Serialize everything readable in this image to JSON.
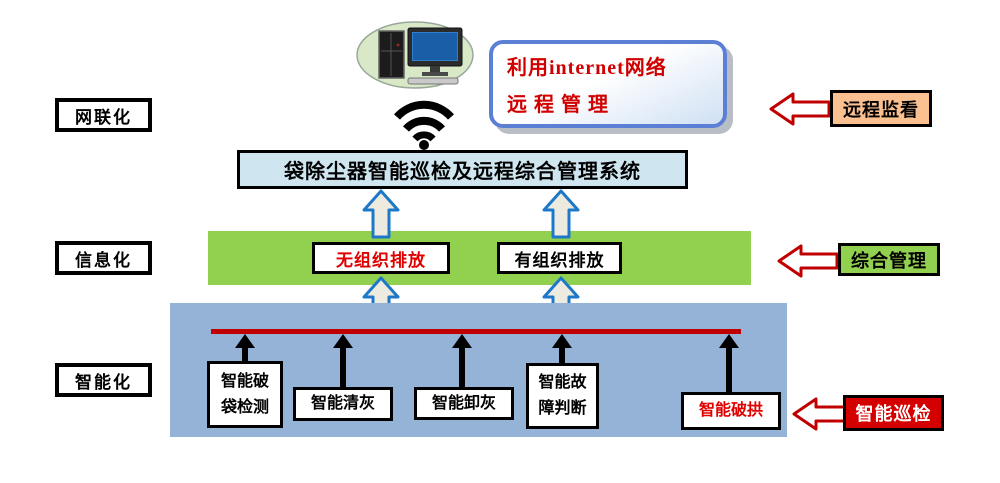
{
  "left_labels": [
    {
      "label": "网联化"
    },
    {
      "label": "信息化"
    },
    {
      "label": "智能化"
    }
  ],
  "cloud_note": {
    "line1": "利用internet网络",
    "line2": "远程管理"
  },
  "title_box": {
    "label": "袋除尘器智能巡检及远程综合管理系统"
  },
  "emission_boxes": [
    {
      "label": "无组织排放",
      "text_color": "#e00000"
    },
    {
      "label": "有组织排放",
      "text_color": "#000000"
    }
  ],
  "smart_boxes": [
    {
      "line1": "智能破",
      "line2": "袋检测"
    },
    {
      "line1": "智能清灰",
      "line2": ""
    },
    {
      "line1": "智能卸灰",
      "line2": ""
    },
    {
      "line1": "智能故",
      "line2": "障判断"
    },
    {
      "line1": "智能破拱",
      "line2": "",
      "text_color": "#e00000"
    }
  ],
  "right_labels": [
    {
      "label": "远程监看",
      "bg": "#fac090",
      "text_color": "#000000"
    },
    {
      "label": "综合管理",
      "bg": "#92d050",
      "text_color": "#000000"
    },
    {
      "label": "智能巡检",
      "bg": "#d40000",
      "text_color": "#ffffff"
    }
  ],
  "icons": {
    "computer": "computer-icon",
    "wifi": "wifi-icon"
  },
  "colors": {
    "green_bar": "#92d050",
    "blue_panel": "#95b3d7",
    "title_fill": "#cfe6f0",
    "red_line": "#c00000",
    "red_arrow_outline": "#c00000",
    "blue_arrow_stroke": "#1e78c8",
    "blue_arrow_fill": "#edeadf",
    "bubble_border": "#5b7fd4",
    "bubble_text": "#d00000"
  }
}
